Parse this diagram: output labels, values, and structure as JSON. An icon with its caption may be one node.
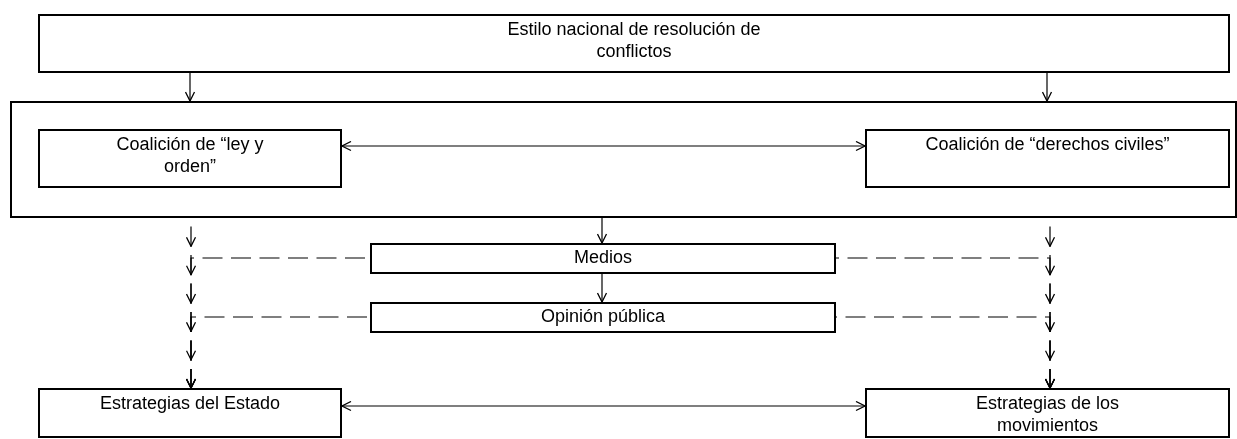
{
  "diagram": {
    "nodes": [
      {
        "text": [
          "Estilo nacional de resolución de conflictos"
        ]
      },
      {
        "text": [],
        "shape": "box"
      },
      {
        "text": [
          "Coalición de “ley y orden”"
        ],
        "in": 1
      },
      {
        "text": [
          "Coalición de “derechos civiles”"
        ],
        "in": 1
      },
      {
        "text": [
          "Medios"
        ]
      },
      {
        "text": [
          "Opinión pública"
        ]
      },
      {
        "text": [
          "Estrategias del Estado"
        ]
      },
      {
        "text": [
          "Estrategias de los movimientos"
        ]
      }
    ],
    "edges": [
      {
        "from": 0,
        "to": 1,
        "arrow": "to"
      },
      {
        "from": 0,
        "to": 1,
        "arrow": "to"
      },
      {
        "from": 2,
        "to": 3,
        "arrow": "both"
      },
      {
        "from": 1,
        "to": 4,
        "arrow": "to"
      },
      {
        "from": 4,
        "to": 5,
        "arrow": "to"
      },
      {
        "from": 1,
        "to": 6,
        "arrow": "to",
        "style": "dashed"
      },
      {
        "from": 1,
        "to": 7,
        "arrow": "to",
        "style": "dashed"
      },
      {
        "from": 4,
        "to": 6,
        "arrow": "to",
        "style": "dashed"
      },
      {
        "from": 4,
        "to": 7,
        "arrow": "to",
        "style": "dashed"
      },
      {
        "from": 5,
        "to": 6,
        "arrow": "to",
        "style": "dashed"
      },
      {
        "from": 5,
        "to": 7,
        "arrow": "to",
        "style": "dashed"
      },
      {
        "from": 6,
        "to": 7,
        "arrow": "both"
      }
    ]
  }
}
